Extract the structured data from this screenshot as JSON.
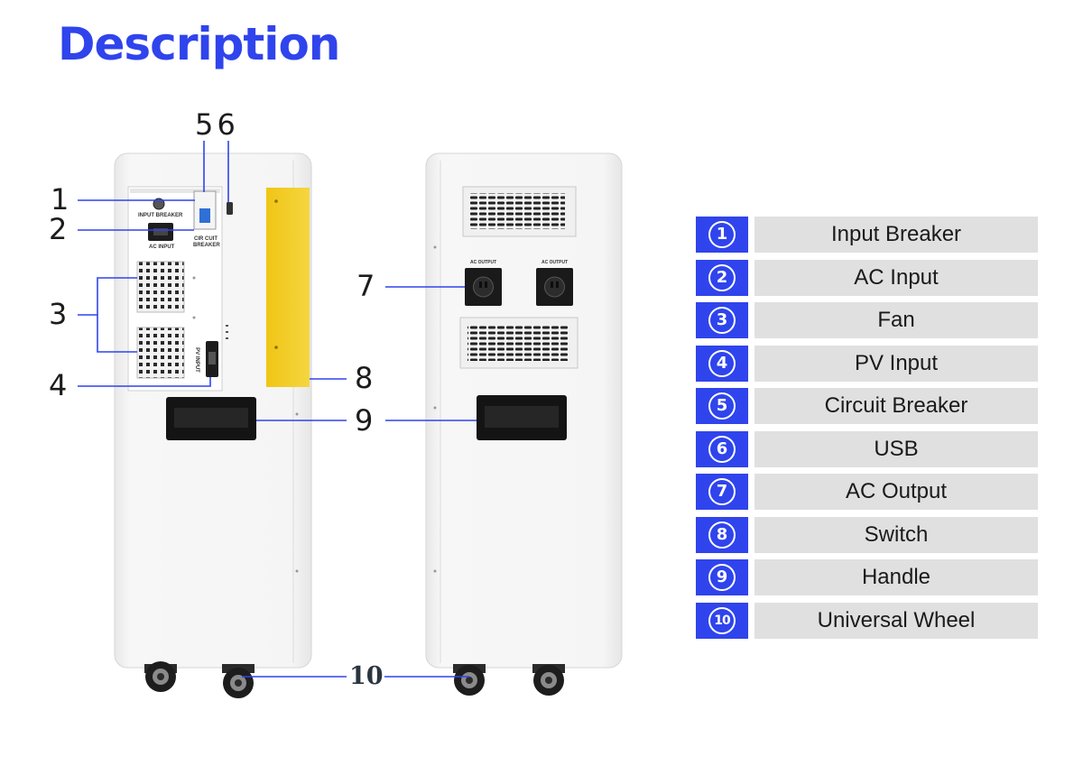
{
  "title": "Description",
  "callouts": {
    "c1": "1",
    "c2": "2",
    "c3": "3",
    "c4": "4",
    "c56": "5 6",
    "c7": "7",
    "c8": "8",
    "c9": "9",
    "c10": "10"
  },
  "panel_text": {
    "input_breaker": "INPUT BREAKER",
    "ac_input": "AC INPUT",
    "circuit_breaker_1": "CIR CUIT",
    "circuit_breaker_2": "BREAKER",
    "pv_input": "PV INPUT",
    "ac_output_left": "AC OUTPUT",
    "ac_output_right": "AC OUTPUT"
  },
  "legend": [
    {
      "num": "1",
      "label": "Input Breaker"
    },
    {
      "num": "2",
      "label": "AC Input"
    },
    {
      "num": "3",
      "label": "Fan"
    },
    {
      "num": "4",
      "label": "PV Input"
    },
    {
      "num": "5",
      "label": "Circuit Breaker"
    },
    {
      "num": "6",
      "label": "USB"
    },
    {
      "num": "7",
      "label": "AC Output"
    },
    {
      "num": "8",
      "label": "Switch"
    },
    {
      "num": "9",
      "label": "Handle"
    },
    {
      "num": "10",
      "label": "Universal Wheel"
    }
  ],
  "colors": {
    "accent": "#2f44ec",
    "cabinet": "#f4f4f4",
    "door_yellow": "#f2cd1f",
    "legend_row_bg": "#e0e0e0",
    "leader_line": "#2f44ec"
  }
}
